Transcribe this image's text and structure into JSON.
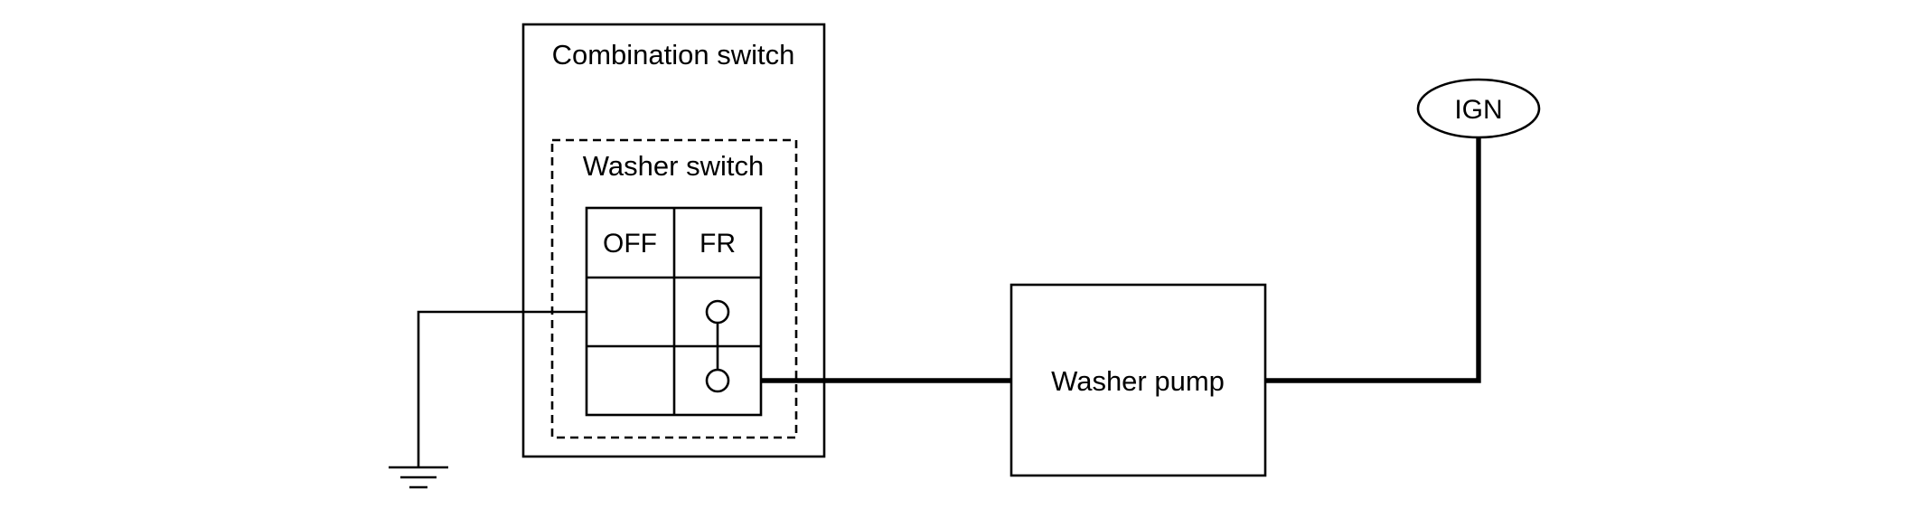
{
  "diagram": {
    "components": {
      "combination_switch": {
        "label": "Combination switch"
      },
      "washer_switch": {
        "label": "Washer switch",
        "positions": [
          "OFF",
          "FR"
        ]
      },
      "washer_pump": {
        "label": "Washer pump"
      },
      "power_source": {
        "label": "IGN"
      },
      "ground": {
        "label": ""
      }
    }
  }
}
